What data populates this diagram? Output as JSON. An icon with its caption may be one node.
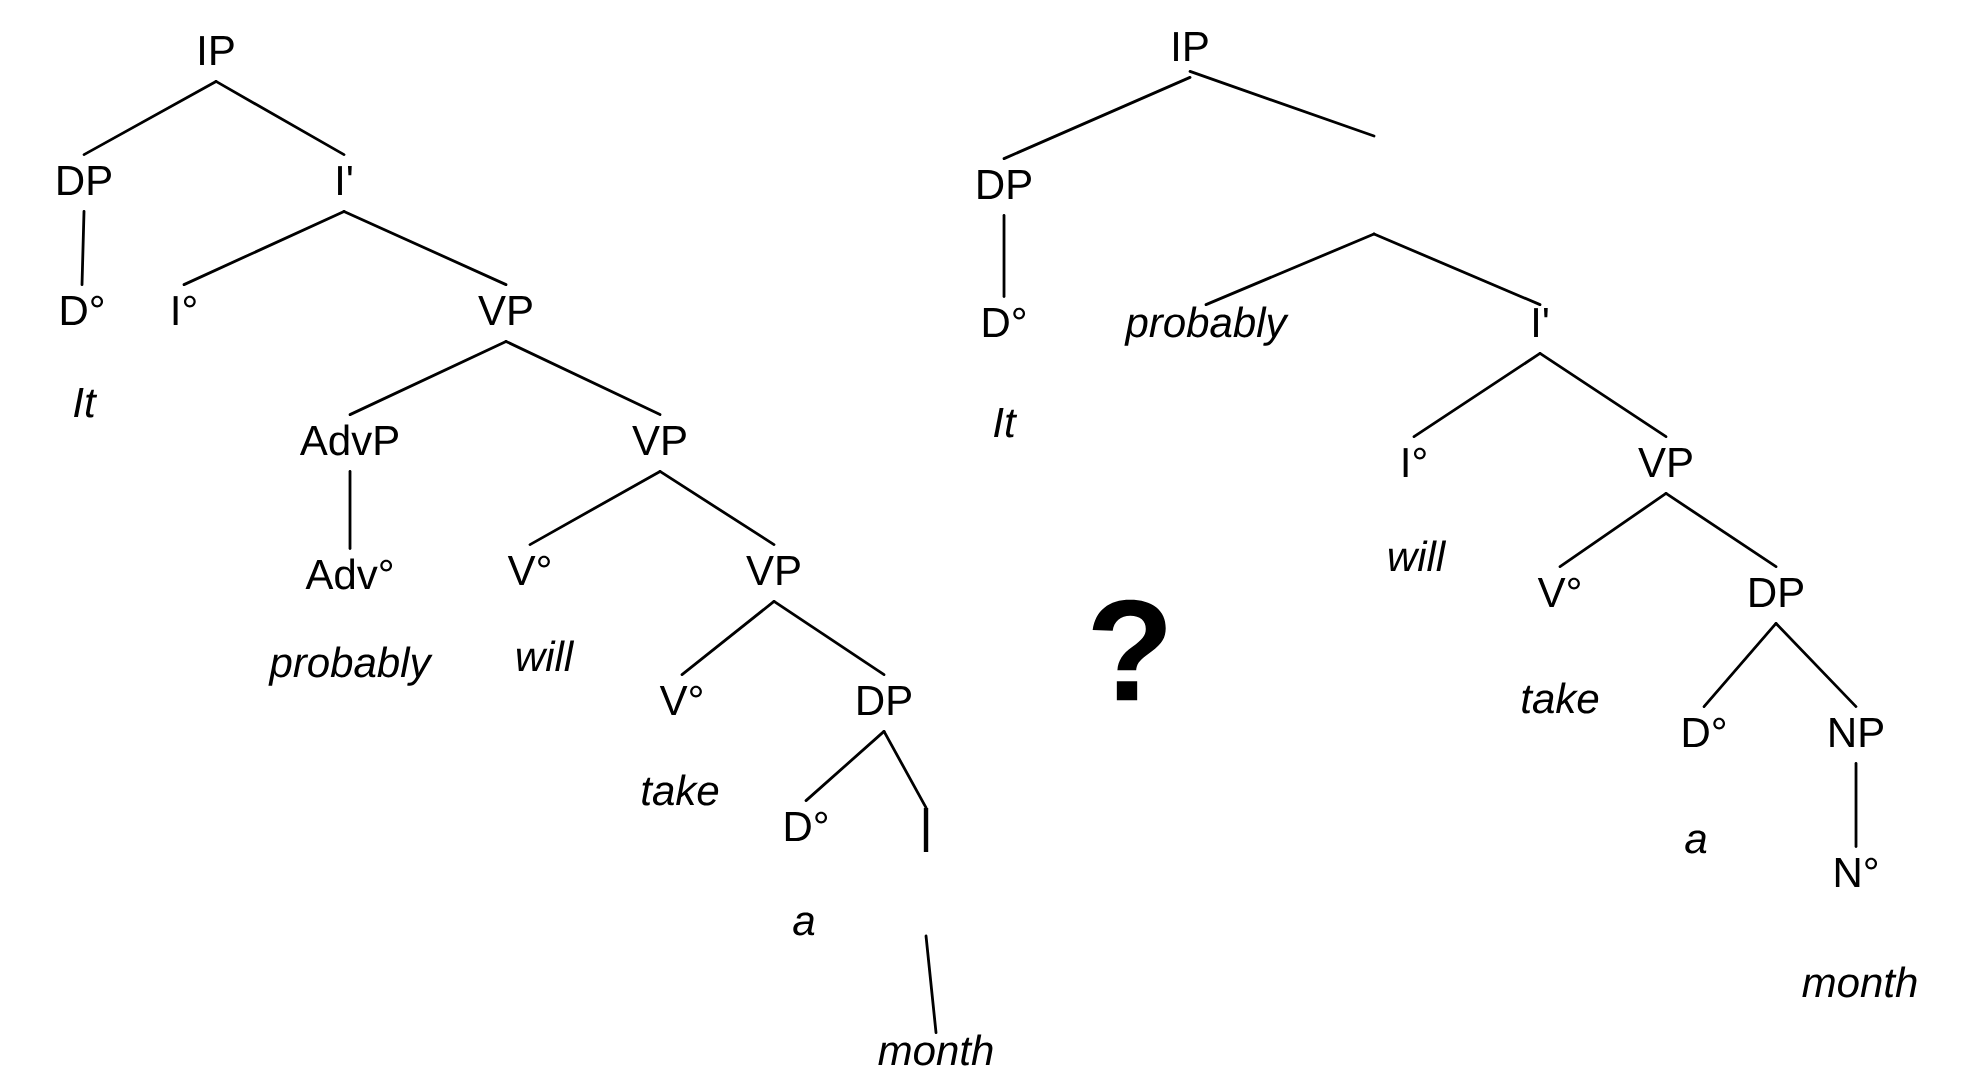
{
  "diagram": {
    "nodes": [
      {
        "text": [
          "IP"
        ]
      },
      {
        "text": [
          "DP"
        ]
      },
      {
        "text": [
          "I'"
        ]
      },
      {
        "text": [
          "D°"
        ],
        "beside": [
          "It"
        ]
      },
      {
        "text": [
          "I°"
        ]
      },
      {
        "text": [
          "VP"
        ]
      },
      {
        "text": [
          "AdvP"
        ]
      },
      {
        "text": [
          "VP"
        ]
      },
      {
        "text": [
          "Adv°"
        ],
        "beside": [
          "probably"
        ]
      },
      {
        "text": [
          "V°"
        ],
        "beside": [
          "will"
        ]
      },
      {
        "text": [
          "VP"
        ]
      },
      {
        "text": [
          "V°"
        ],
        "beside": [
          "take"
        ]
      },
      {
        "text": [
          "DP"
        ]
      },
      {
        "text": [
          "D°"
        ],
        "beside": [
          "a"
        ]
      },
      {
        "text": [],
        "shape": "bar"
      },
      {
        "text": [
          "month"
        ]
      },
      {
        "text": [
          "IP"
        ]
      },
      {
        "text": [
          "DP"
        ]
      },
      {
        "text": [
          "D°"
        ],
        "beside": [
          "It"
        ]
      },
      {
        "text": [
          "probably"
        ]
      },
      {
        "text": [
          "I'"
        ]
      },
      {
        "text": [
          "I°"
        ],
        "beside": [
          "will"
        ]
      },
      {
        "text": [
          "VP"
        ]
      },
      {
        "text": [
          "V°"
        ],
        "beside": [
          "take"
        ]
      },
      {
        "text": [
          "DP"
        ]
      },
      {
        "text": [
          "D°"
        ],
        "beside": [
          "a"
        ]
      },
      {
        "text": [
          "NP"
        ]
      },
      {
        "text": [
          "N°"
        ],
        "beside": [
          "month"
        ]
      }
    ],
    "edges": [
      {
        "from": 0,
        "to": 1,
        "arrow": "none"
      },
      {
        "from": 0,
        "to": 2,
        "arrow": "none"
      },
      {
        "from": 1,
        "to": 3,
        "arrow": "none"
      },
      {
        "from": 2,
        "to": 4,
        "arrow": "none"
      },
      {
        "from": 2,
        "to": 5,
        "arrow": "none"
      },
      {
        "from": 5,
        "to": 6,
        "arrow": "none"
      },
      {
        "from": 5,
        "to": 7,
        "arrow": "none"
      },
      {
        "from": 6,
        "to": 8,
        "arrow": "none"
      },
      {
        "from": 7,
        "to": 9,
        "arrow": "none"
      },
      {
        "from": 7,
        "to": 10,
        "arrow": "none"
      },
      {
        "from": 10,
        "to": 11,
        "arrow": "none"
      },
      {
        "from": 10,
        "to": 12,
        "arrow": "none"
      },
      {
        "from": 12,
        "to": 13,
        "arrow": "none"
      },
      {
        "from": 12,
        "to": 14,
        "arrow": "none"
      },
      {
        "from": null,
        "to": 15,
        "arrow": "none"
      },
      {
        "from": 16,
        "to": 17,
        "arrow": "none"
      },
      {
        "from": 16,
        "to": null,
        "arrow": "none"
      },
      {
        "from": 17,
        "to": 18,
        "arrow": "none"
      },
      {
        "from": null,
        "to": 19,
        "arrow": "none"
      },
      {
        "from": null,
        "to": 20,
        "arrow": "none"
      },
      {
        "from": 20,
        "to": 21,
        "arrow": "none"
      },
      {
        "from": 20,
        "to": 22,
        "arrow": "none"
      },
      {
        "from": 22,
        "to": 23,
        "arrow": "none"
      },
      {
        "from": 22,
        "to": 24,
        "arrow": "none"
      },
      {
        "from": 24,
        "to": 25,
        "arrow": "none"
      },
      {
        "from": 24,
        "to": 26,
        "arrow": "none"
      },
      {
        "from": 26,
        "to": 27,
        "arrow": "none"
      }
    ],
    "labels": [
      "?"
    ]
  }
}
